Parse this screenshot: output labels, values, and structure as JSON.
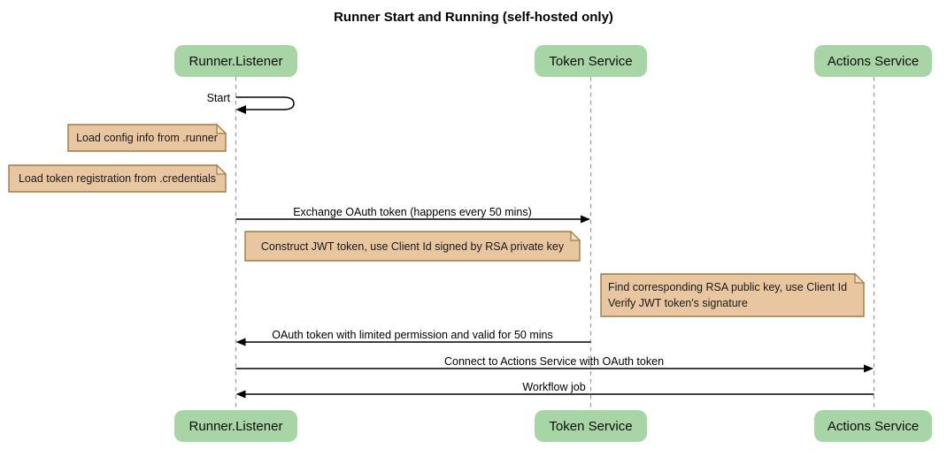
{
  "title": "Runner Start and Running (self-hosted only)",
  "participants": [
    {
      "id": "runner-listener",
      "label": "Runner.Listener"
    },
    {
      "id": "token-service",
      "label": "Token Service"
    },
    {
      "id": "actions-service",
      "label": "Actions Service"
    }
  ],
  "messages": [
    {
      "label": "Start",
      "from": "runner-listener",
      "to": "runner-listener",
      "type": "self"
    },
    {
      "label": "Exchange OAuth token (happens every 50 mins)",
      "from": "runner-listener",
      "to": "token-service",
      "type": "solid-arrow"
    },
    {
      "label": "OAuth token with limited permission and valid for 50 mins",
      "from": "token-service",
      "to": "runner-listener",
      "type": "solid-arrow"
    },
    {
      "label": "Connect to Actions Service with OAuth token",
      "from": "runner-listener",
      "to": "actions-service",
      "type": "solid-arrow"
    },
    {
      "label": "Workflow job",
      "from": "actions-service",
      "to": "runner-listener",
      "type": "solid-arrow"
    }
  ],
  "notes": [
    {
      "position": "left-of-runner-listener",
      "text": "Load config info from .runner"
    },
    {
      "position": "left-of-runner-listener",
      "text": "Load token registration from .credentials"
    },
    {
      "position": "right-of-runner-listener",
      "text": "Construct JWT token, use Client Id signed by RSA private key"
    },
    {
      "position": "left-of-actions-service",
      "text": "Find corresponding RSA public key, use Client Id\nVerify JWT token's signature"
    }
  ],
  "colors": {
    "participant_fill": "#A8D5A6",
    "note_fill": "#E8C7A0",
    "note_fold_fill": "#F2DEC3",
    "note_border": "#9E7B49",
    "lifeline": "#999999",
    "message_line": "#000000",
    "background": "#FFFFFF",
    "text": "#000000"
  }
}
